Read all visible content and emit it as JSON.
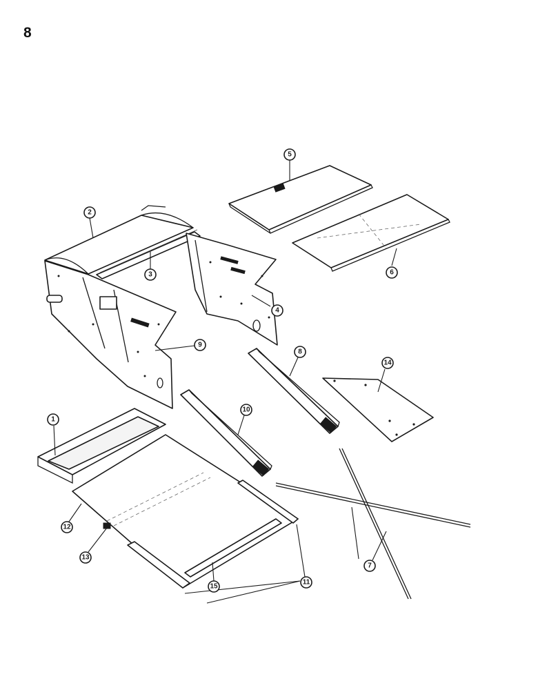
{
  "page_number": "8",
  "callouts": {
    "c1": "1",
    "c2": "2",
    "c3": "3",
    "c4": "4",
    "c5": "5",
    "c6": "6",
    "c7": "7",
    "c8": "8",
    "c9": "9",
    "c10": "10",
    "c11": "11",
    "c12": "12",
    "c13": "13",
    "c14": "14",
    "c15": "15"
  }
}
